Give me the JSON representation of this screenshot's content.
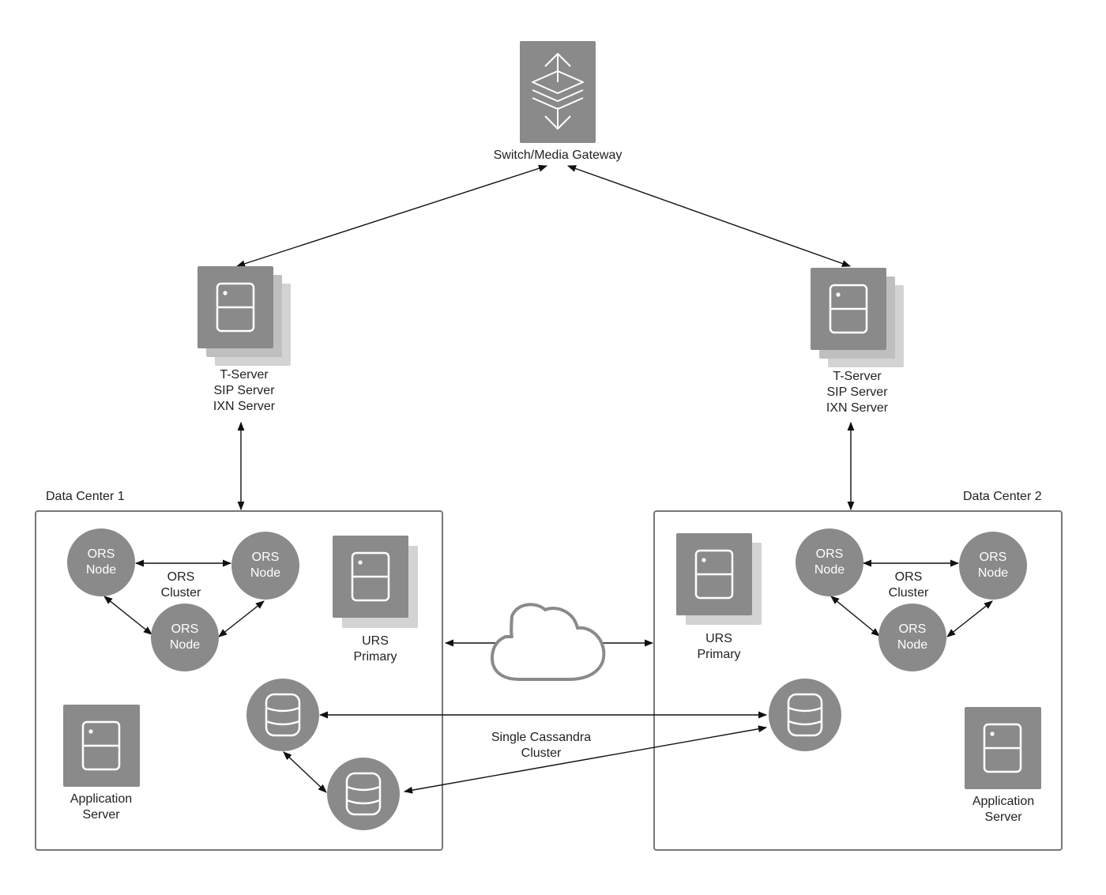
{
  "gateway": {
    "label": "Switch/Media Gateway"
  },
  "tservers": [
    {
      "lines": [
        "T-Server",
        "SIP Server",
        "IXN Server"
      ]
    },
    {
      "lines": [
        "T-Server",
        "SIP Server",
        "IXN Server"
      ]
    }
  ],
  "dc1": {
    "title": "Data Center 1",
    "ors_node": "ORS",
    "ors_node_line2": "Node",
    "ors_cluster": [
      "ORS",
      "Cluster"
    ],
    "urs": [
      "URS",
      "Primary"
    ],
    "app_server": [
      "Application",
      "Server"
    ]
  },
  "dc2": {
    "title": "Data Center 2",
    "ors_node": "ORS",
    "ors_node_line2": "Node",
    "ors_cluster": [
      "ORS",
      "Cluster"
    ],
    "urs": [
      "URS",
      "Primary"
    ],
    "app_server": [
      "Application",
      "Server"
    ]
  },
  "cassandra": {
    "lines": [
      "Single Cassandra",
      "Cluster"
    ]
  },
  "colors": {
    "icon_fill": "#8a8a8b",
    "icon_shadow": "#d3d3d3",
    "line": "#111111",
    "box_border": "#777777",
    "cloud": "#8a8a8b"
  }
}
